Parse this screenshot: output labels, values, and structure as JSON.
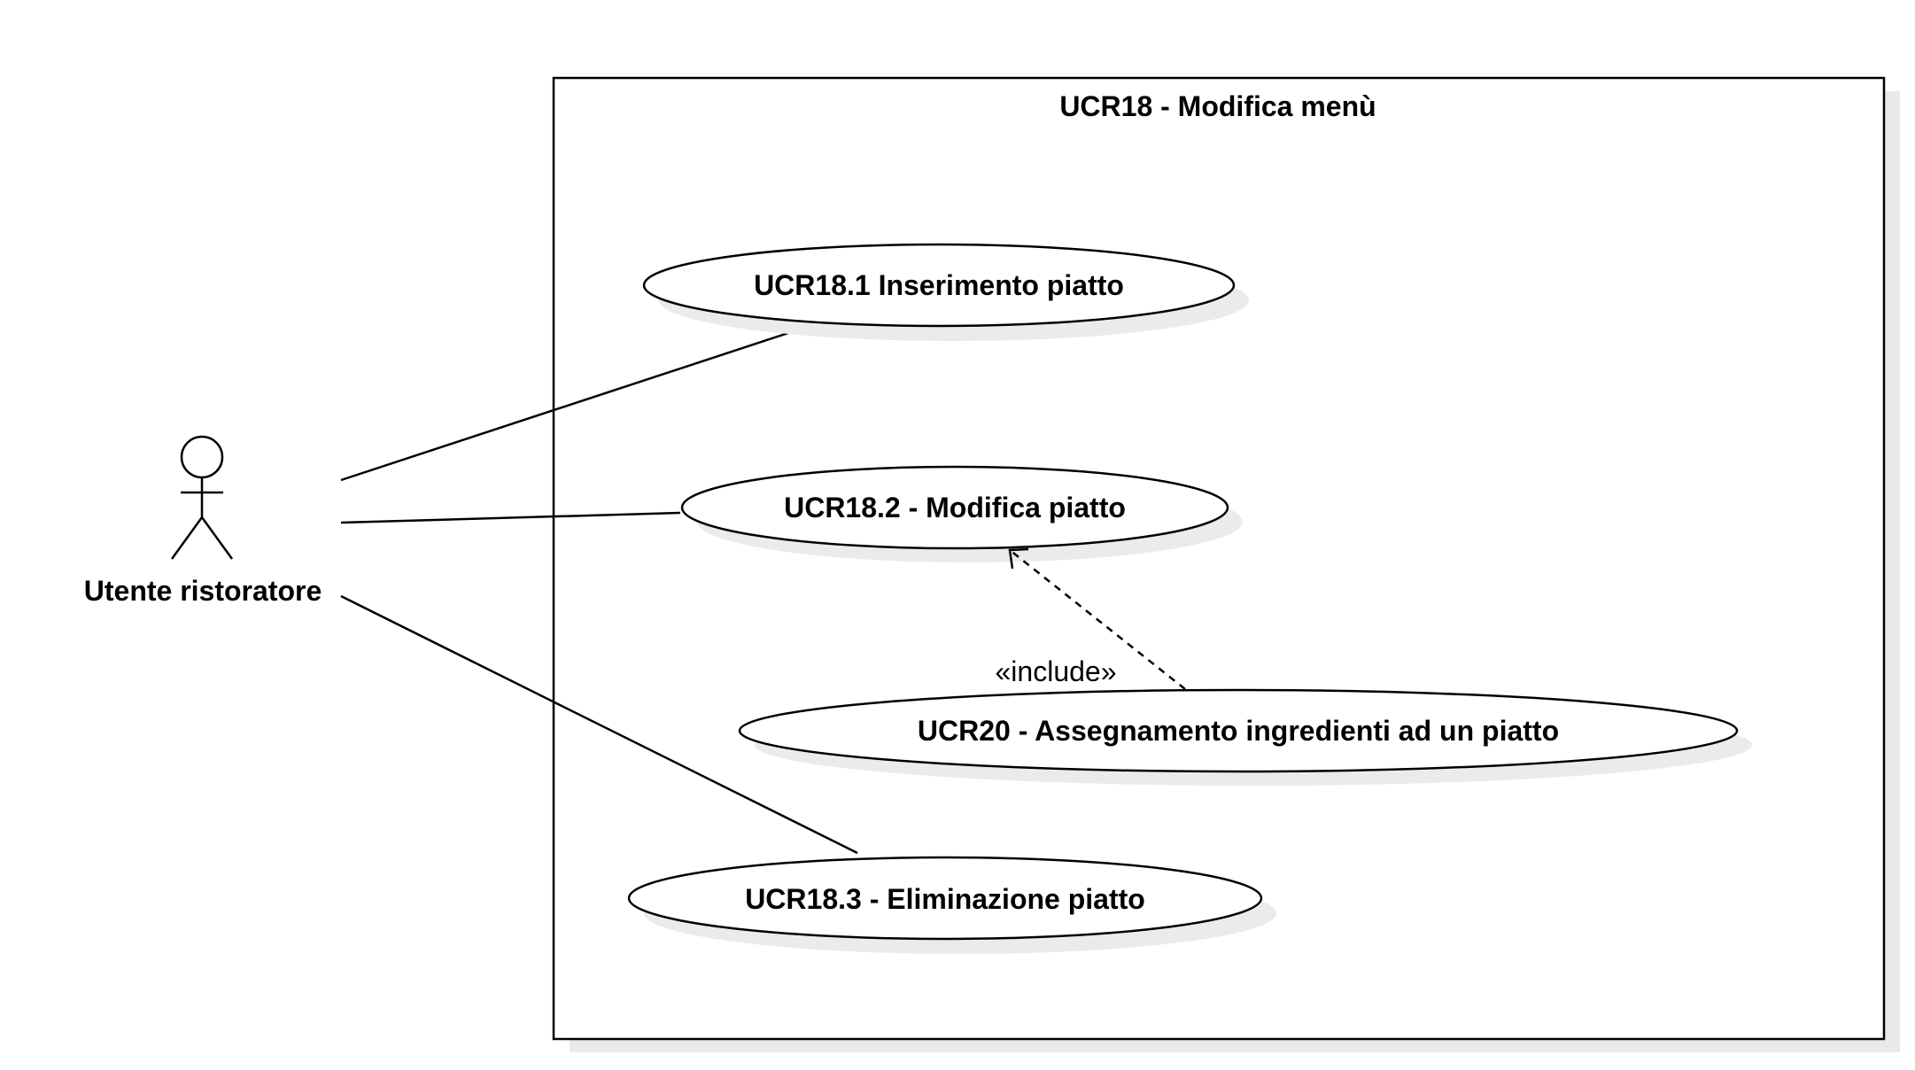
{
  "system": {
    "title": "UCR18 - Modifica menù"
  },
  "actor": {
    "label": "Utente ristoratore"
  },
  "use_cases": {
    "uc1": {
      "label": "UCR18.1 Inserimento piatto"
    },
    "uc2": {
      "label": "UCR18.2 - Modifica piatto"
    },
    "uc3": {
      "label": "UCR20 - Assegnamento ingredienti ad un piatto"
    },
    "uc4": {
      "label": "UCR18.3 - Eliminazione piatto"
    }
  },
  "relationships": {
    "include_label": "«include»"
  },
  "colors": {
    "stroke": "#000000",
    "shadow": "#e5e5e5",
    "background": "#ffffff"
  }
}
